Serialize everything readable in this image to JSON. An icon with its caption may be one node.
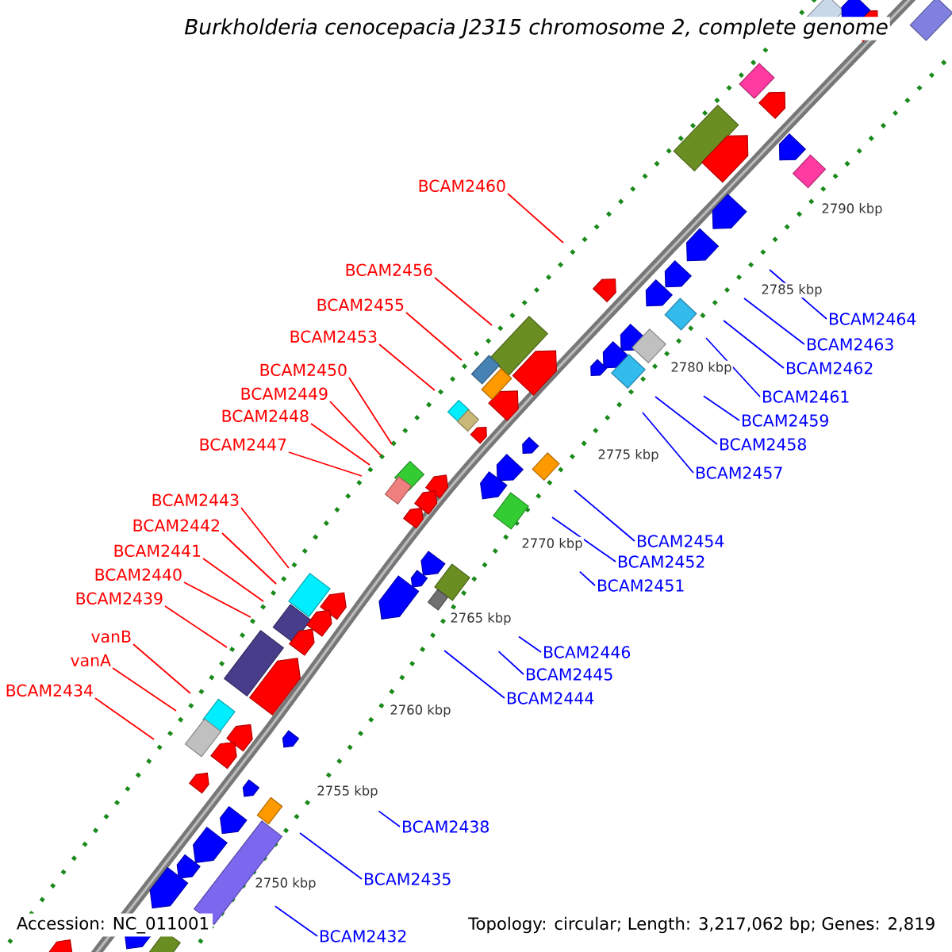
{
  "diagram": {
    "title": "Burkholderia cenocepacia J2315 chromosome 2, complete genome",
    "nodes": [
      {
        "text": [
          "BCAM2460"
        ]
      },
      {
        "text": [
          "BCAM2456"
        ]
      },
      {
        "text": [
          "BCAM2455"
        ]
      },
      {
        "text": [
          "BCAM2453"
        ]
      },
      {
        "text": [
          "BCAM2450"
        ]
      },
      {
        "text": [
          "BCAM2449"
        ]
      },
      {
        "text": [
          "BCAM2448"
        ]
      },
      {
        "text": [
          "BCAM2447"
        ]
      },
      {
        "text": [
          "BCAM2443"
        ]
      },
      {
        "text": [
          "BCAM2442"
        ]
      },
      {
        "text": [
          "BCAM2441"
        ]
      },
      {
        "text": [
          "BCAM2440"
        ]
      },
      {
        "text": [
          "BCAM2439"
        ]
      },
      {
        "text": [
          "vanB"
        ]
      },
      {
        "text": [
          "vanA"
        ]
      },
      {
        "text": [
          "BCAM2434"
        ]
      },
      {
        "text": [
          "BCAM2464"
        ]
      },
      {
        "text": [
          "BCAM2463"
        ]
      },
      {
        "text": [
          "BCAM2462"
        ]
      },
      {
        "text": [
          "BCAM2461"
        ]
      },
      {
        "text": [
          "BCAM2459"
        ]
      },
      {
        "text": [
          "BCAM2458"
        ]
      },
      {
        "text": [
          "BCAM2457"
        ]
      },
      {
        "text": [
          "BCAM2454"
        ]
      },
      {
        "text": [
          "BCAM2452"
        ]
      },
      {
        "text": [
          "BCAM2451"
        ]
      },
      {
        "text": [
          "BCAM2446"
        ]
      },
      {
        "text": [
          "BCAM2445"
        ]
      },
      {
        "text": [
          "BCAM2444"
        ]
      },
      {
        "text": [
          "BCAM2438"
        ]
      },
      {
        "text": [
          "BCAM2435"
        ]
      },
      {
        "text": [
          "BCAM2432"
        ]
      }
    ],
    "edges": [
      {
        "from": 0,
        "to": null,
        "arrow": "none",
        "color": "#ff0000"
      },
      {
        "from": 1,
        "to": null,
        "arrow": "none",
        "color": "#ff0000"
      },
      {
        "from": 2,
        "to": null,
        "arrow": "none",
        "color": "#ff0000"
      },
      {
        "from": 3,
        "to": null,
        "arrow": "none",
        "color": "#ff0000"
      },
      {
        "from": 4,
        "to": null,
        "arrow": "none",
        "color": "#ff0000"
      },
      {
        "from": 5,
        "to": null,
        "arrow": "none",
        "color": "#ff0000"
      },
      {
        "from": 6,
        "to": null,
        "arrow": "none",
        "color": "#ff0000"
      },
      {
        "from": 7,
        "to": null,
        "arrow": "none",
        "color": "#ff0000"
      },
      {
        "from": 8,
        "to": null,
        "arrow": "none",
        "color": "#ff0000"
      },
      {
        "from": 9,
        "to": null,
        "arrow": "none",
        "color": "#ff0000"
      },
      {
        "from": 10,
        "to": null,
        "arrow": "none",
        "color": "#ff0000"
      },
      {
        "from": 11,
        "to": null,
        "arrow": "none",
        "color": "#ff0000"
      },
      {
        "from": 12,
        "to": null,
        "arrow": "none",
        "color": "#ff0000"
      },
      {
        "from": 13,
        "to": null,
        "arrow": "none",
        "color": "#ff0000"
      },
      {
        "from": 14,
        "to": null,
        "arrow": "none",
        "color": "#ff0000"
      },
      {
        "from": 15,
        "to": null,
        "arrow": "none",
        "color": "#ff0000"
      },
      {
        "from": 16,
        "to": null,
        "arrow": "none",
        "color": "#0000ff"
      },
      {
        "from": 17,
        "to": null,
        "arrow": "none",
        "color": "#0000ff"
      },
      {
        "from": 18,
        "to": null,
        "arrow": "none",
        "color": "#0000ff"
      },
      {
        "from": 19,
        "to": null,
        "arrow": "none",
        "color": "#0000ff"
      },
      {
        "from": 20,
        "to": null,
        "arrow": "none",
        "color": "#0000ff"
      },
      {
        "from": 21,
        "to": null,
        "arrow": "none",
        "color": "#0000ff"
      },
      {
        "from": 22,
        "to": null,
        "arrow": "none",
        "color": "#0000ff"
      },
      {
        "from": 23,
        "to": null,
        "arrow": "none",
        "color": "#0000ff"
      },
      {
        "from": 24,
        "to": null,
        "arrow": "none",
        "color": "#0000ff"
      },
      {
        "from": 25,
        "to": null,
        "arrow": "none",
        "color": "#0000ff"
      },
      {
        "from": 26,
        "to": null,
        "arrow": "none",
        "color": "#0000ff"
      },
      {
        "from": 27,
        "to": null,
        "arrow": "none",
        "color": "#0000ff"
      },
      {
        "from": 28,
        "to": null,
        "arrow": "none",
        "color": "#0000ff"
      },
      {
        "from": 29,
        "to": null,
        "arrow": "none",
        "color": "#0000ff"
      },
      {
        "from": 30,
        "to": null,
        "arrow": "none",
        "color": "#0000ff"
      },
      {
        "from": 31,
        "to": null,
        "arrow": "none",
        "color": "#0000ff"
      }
    ],
    "labels": [
      "2790 kbp",
      "2785 kbp",
      "2780 kbp",
      "2775 kbp",
      "2770 kbp",
      "2765 kbp",
      "2760 kbp",
      "2755 kbp",
      "2750 kbp",
      "Accession: NC_011001",
      "Topology: circular; Length: 3,217,062 bp; Genes: 2,819"
    ]
  }
}
